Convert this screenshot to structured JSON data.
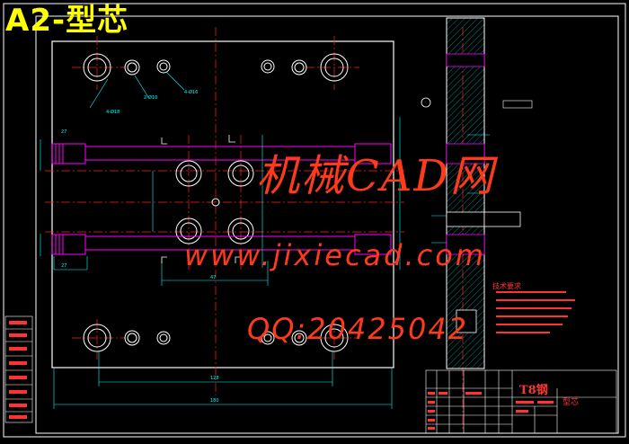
{
  "title": "A2-型芯",
  "watermark": {
    "line1": "机械CAD网",
    "line2": "www.jixiecad.com",
    "line3": "QQ:20425042"
  },
  "title_block": {
    "material": "T8钢",
    "part_name": "型芯"
  },
  "tech_notes_title": "技术要求",
  "colors": {
    "background": "#000000",
    "outline": "#ffffff",
    "center_line": "#ff2020",
    "dimension": "#00ffff",
    "magenta": "#ff00ff",
    "hatch": "#00ffff",
    "title": "#ffff00",
    "watermark": "#ff3a1a"
  }
}
